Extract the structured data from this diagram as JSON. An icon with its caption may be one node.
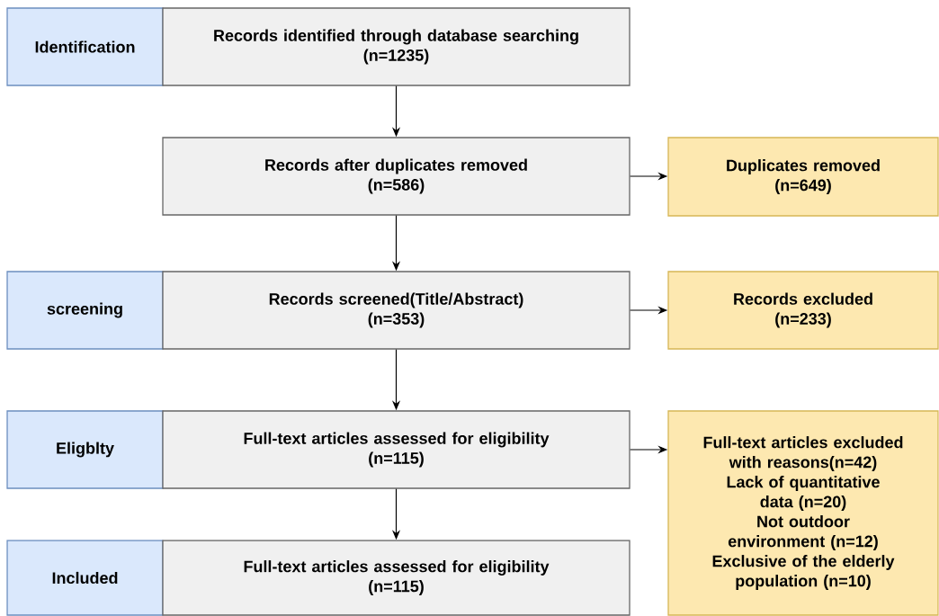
{
  "diagram": {
    "nodes": [
      {
        "text": [
          "Identification"
        ]
      },
      {
        "text": [
          "Records identified through database searching",
          "(n=1235)"
        ]
      },
      {
        "text": [
          "Records after duplicates removed",
          "(n=586)"
        ]
      },
      {
        "text": [
          "Duplicates removed",
          "(n=649)"
        ]
      },
      {
        "text": [
          "screening"
        ]
      },
      {
        "text": [
          "Records screened(Title/Abstract)",
          "(n=353)"
        ]
      },
      {
        "text": [
          "Records excluded",
          "(n=233)"
        ]
      },
      {
        "text": [
          "Eligblty"
        ]
      },
      {
        "text": [
          "Full-text articles assessed for eligibility",
          "(n=115)"
        ]
      },
      {
        "text": [
          "Full-text articles excluded with reasons(n=42)",
          "Lack of quantitative data (n=20)",
          "Not outdoor environment (n=12)",
          "Exclusive of the elderly population (n=10)"
        ]
      },
      {
        "text": [
          "Included"
        ]
      },
      {
        "text": [
          "Full-text articles assessed for eligibility",
          "(n=115)"
        ]
      }
    ],
    "edges": [
      {
        "from": 1,
        "to": 2,
        "arrow": "to"
      },
      {
        "from": 2,
        "to": 3,
        "arrow": "to"
      },
      {
        "from": 2,
        "to": 5,
        "arrow": "to"
      },
      {
        "from": 5,
        "to": 6,
        "arrow": "to"
      },
      {
        "from": 5,
        "to": 8,
        "arrow": "to"
      },
      {
        "from": 8,
        "to": 9,
        "arrow": "to"
      },
      {
        "from": 8,
        "to": 11,
        "arrow": "to"
      }
    ]
  }
}
